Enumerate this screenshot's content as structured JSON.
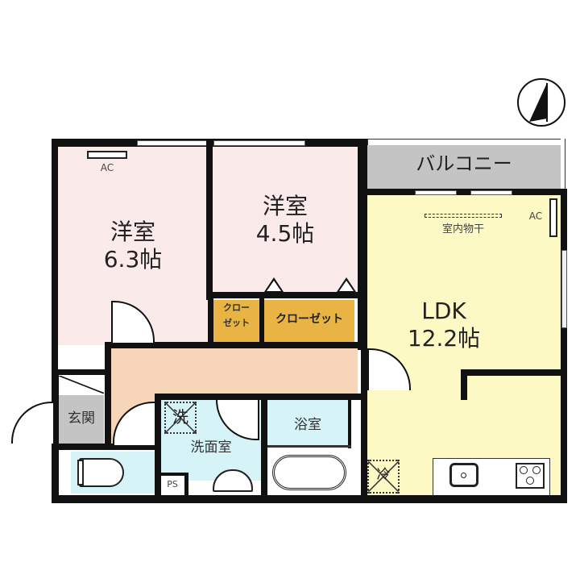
{
  "floorplan": {
    "compass": {
      "icon": "north-arrow-icon"
    },
    "rooms": {
      "western_room_1": {
        "name": "洋室",
        "size": "6.3帖",
        "ac_label": "AC"
      },
      "western_room_2": {
        "name": "洋室",
        "size": "4.5帖"
      },
      "closet_small": {
        "line1": "クロー",
        "line2": "ゼット"
      },
      "closet_large": {
        "label": "クローゼット"
      },
      "balcony": {
        "label": "バルコニー"
      },
      "ldk": {
        "name": "LDK",
        "size": "12.2帖",
        "ac_label": "AC",
        "drying_label": "室内物干"
      },
      "entrance": {
        "label": "玄関"
      },
      "washroom": {
        "label": "洗面室",
        "washer_label": "洗"
      },
      "bathroom": {
        "label": "浴室"
      },
      "ps": {
        "label": "PS"
      },
      "fridge": {
        "label": "冷"
      }
    },
    "colors": {
      "western": "#fbeaea",
      "hall": "#f7d5b8",
      "ldk": "#fcf9c4",
      "wet": "#d6f3f7",
      "balcony": "#c4c4c4",
      "closet": "#e9b444",
      "wall": "#111111"
    }
  }
}
